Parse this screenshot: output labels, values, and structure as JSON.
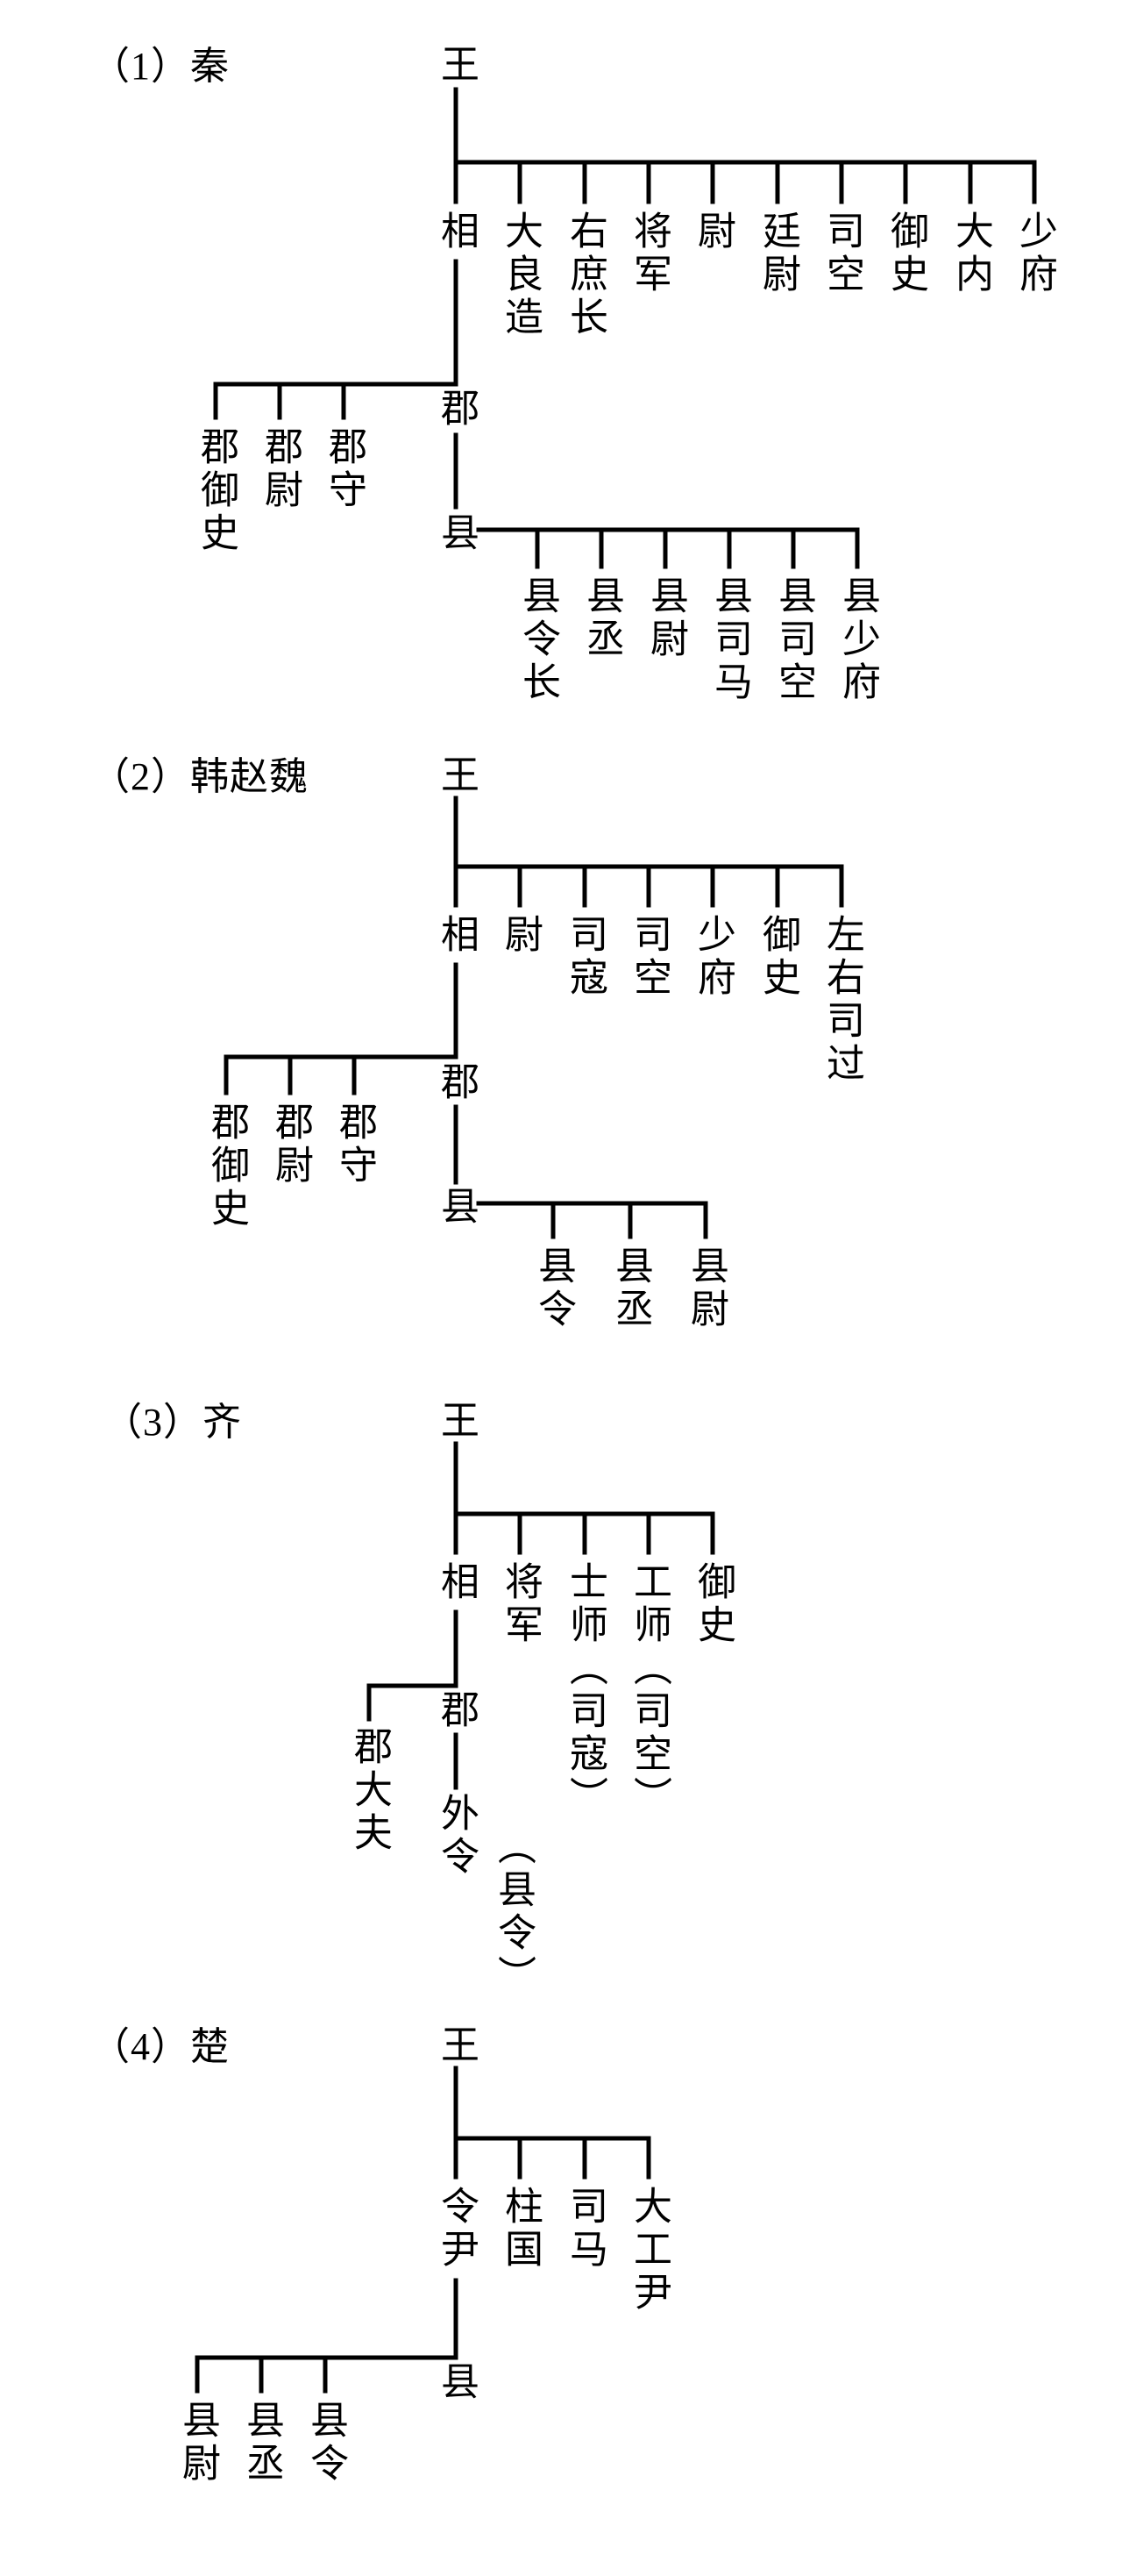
{
  "page": {
    "background": "#ffffff",
    "text_color": "#000000",
    "line_color": "#000000"
  },
  "charts": [
    {
      "title": "（1）秦",
      "root": "王",
      "level1": [
        "相",
        "大良造",
        "右庶长",
        "将军",
        "尉",
        "廷尉",
        "司空",
        "御史",
        "大内",
        "少府"
      ],
      "level2_node": "郡",
      "level2": [
        "郡御史",
        "郡尉",
        "郡守"
      ],
      "level3_node": "县",
      "level3": [
        "县令长",
        "县丞",
        "县尉",
        "县司马",
        "县司空",
        "县少府"
      ]
    },
    {
      "title": "（2）韩赵魏",
      "root": "王",
      "level1": [
        "相",
        "尉",
        "司寇",
        "司空",
        "少府",
        "御史",
        "左右司过"
      ],
      "level2_node": "郡",
      "level2": [
        "郡御史",
        "郡尉",
        "郡守"
      ],
      "level3_node": "县",
      "level3": [
        "县令",
        "县丞",
        "县尉"
      ]
    },
    {
      "title": "（3）齐",
      "root": "王",
      "level1": [
        "相",
        "将军",
        "士师（司寇）",
        "工师（司空）",
        "御史"
      ],
      "level2_node": "郡",
      "level2": [
        "郡大夫"
      ],
      "level3_node": "外令",
      "level3_note": "（县令）"
    },
    {
      "title": "（4）楚",
      "root": "王",
      "level1": [
        "令尹",
        "柱国",
        "司马",
        "大工尹"
      ],
      "level3_node": "县",
      "level3": [
        "县尉",
        "县丞",
        "县令"
      ]
    }
  ]
}
